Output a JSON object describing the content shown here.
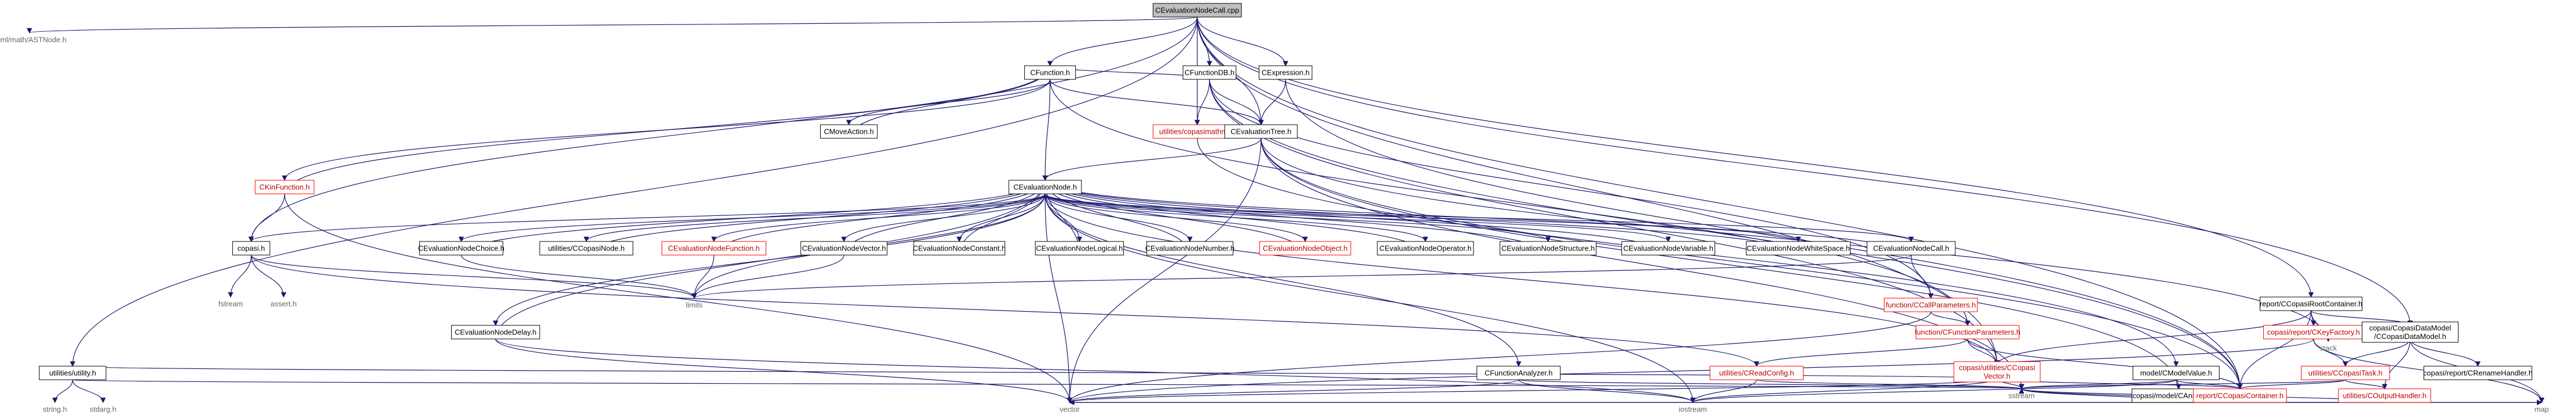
{
  "diagram": {
    "title": "",
    "nodes": [
      {
        "id": "root",
        "label": "CEvaluationNodeCall.cpp",
        "kind": "root"
      },
      {
        "id": "astnode",
        "label": "sbml/math/ASTNode.h",
        "kind": "ext"
      },
      {
        "id": "cfunction",
        "label": "CFunction.h",
        "kind": "doc"
      },
      {
        "id": "cfunctiondb",
        "label": "CFunctionDB.h",
        "kind": "doc"
      },
      {
        "id": "cexpression",
        "label": "CExpression.h",
        "kind": "doc"
      },
      {
        "id": "copasimathml",
        "label": "utilities/copasimathml.h",
        "kind": "warn"
      },
      {
        "id": "cevaltree",
        "label": "CEvaluationTree.h",
        "kind": "doc"
      },
      {
        "id": "cmoveaction",
        "label": "CMoveAction.h",
        "kind": "doc"
      },
      {
        "id": "ckinfunction",
        "label": "CKinFunction.h",
        "kind": "warn"
      },
      {
        "id": "cevalnode",
        "label": "CEvaluationNode.h",
        "kind": "doc"
      },
      {
        "id": "copasi_h",
        "label": "copasi.h",
        "kind": "doc"
      },
      {
        "id": "choice",
        "label": "CEvaluationNodeChoice.h",
        "kind": "doc"
      },
      {
        "id": "ccopasinode",
        "label": "utilities/CCopasiNode.h",
        "kind": "doc"
      },
      {
        "id": "nfunction",
        "label": "CEvaluationNodeFunction.h",
        "kind": "warn"
      },
      {
        "id": "nvector",
        "label": "CEvaluationNodeVector.h",
        "kind": "doc"
      },
      {
        "id": "nconstant",
        "label": "CEvaluationNodeConstant.h",
        "kind": "doc"
      },
      {
        "id": "nlogical",
        "label": "CEvaluationNodeLogical.h",
        "kind": "doc"
      },
      {
        "id": "nnumber",
        "label": "CEvaluationNodeNumber.h",
        "kind": "doc"
      },
      {
        "id": "nobject",
        "label": "CEvaluationNodeObject.h",
        "kind": "warn"
      },
      {
        "id": "noperator",
        "label": "CEvaluationNodeOperator.h",
        "kind": "doc"
      },
      {
        "id": "nstructure",
        "label": "CEvaluationNodeStructure.h",
        "kind": "doc"
      },
      {
        "id": "nvariable",
        "label": "CEvaluationNodeVariable.h",
        "kind": "doc"
      },
      {
        "id": "nwhitespace",
        "label": "CEvaluationNodeWhiteSpace.h",
        "kind": "doc"
      },
      {
        "id": "ncall",
        "label": "CEvaluationNodeCall.h",
        "kind": "doc"
      },
      {
        "id": "limits",
        "label": "limits",
        "kind": "ext"
      },
      {
        "id": "fstream",
        "label": "fstream",
        "kind": "ext"
      },
      {
        "id": "assert",
        "label": "assert.h",
        "kind": "ext"
      },
      {
        "id": "ccallparams",
        "label": "function/CCallParameters.h",
        "kind": "warn"
      },
      {
        "id": "ndelay",
        "label": "CEvaluationNodeDelay.h",
        "kind": "doc"
      },
      {
        "id": "cfuncparams",
        "label": "function/CFunctionParameters.h",
        "kind": "warn"
      },
      {
        "id": "reportroot",
        "label": "report/CCopasiRootContainer.h",
        "kind": "doc"
      },
      {
        "id": "ckeyfactory",
        "label": "copasi/report/CKeyFactory.h",
        "kind": "warn"
      },
      {
        "id": "datamodel",
        "label": "copasi/CopasiDataModel\n/CCopasiDataModel.h",
        "kind": "doc"
      },
      {
        "id": "creadconfig",
        "label": "utilities/CReadConfig.h",
        "kind": "warn"
      },
      {
        "id": "cvector",
        "label": "copasi/utilities/CCopasi\nVector.h",
        "kind": "warn"
      },
      {
        "id": "cfanalyzer",
        "label": "CFunctionAnalyzer.h",
        "kind": "doc"
      },
      {
        "id": "cmodelvalue",
        "label": "model/CModelValue.h",
        "kind": "doc"
      },
      {
        "id": "ccopasitask",
        "label": "utilities/CCopasiTask.h",
        "kind": "warn"
      },
      {
        "id": "crenamehandler",
        "label": "copasi/report/CRenameHandler.h",
        "kind": "doc"
      },
      {
        "id": "stack",
        "label": "stack",
        "kind": "ext"
      },
      {
        "id": "utility",
        "label": "utilities/utility.h",
        "kind": "doc"
      },
      {
        "id": "sstream",
        "label": "sstream",
        "kind": "ext"
      },
      {
        "id": "cannotation",
        "label": "copasi/model/CAnnotation.h",
        "kind": "doc"
      },
      {
        "id": "reportcontainer",
        "label": "report/CCopasiContainer.h",
        "kind": "warn"
      },
      {
        "id": "coutputhandler",
        "label": "utilities/COutputHandler.h",
        "kind": "warn"
      },
      {
        "id": "string_h",
        "label": "string.h",
        "kind": "ext"
      },
      {
        "id": "stdarg",
        "label": "stdarg.h",
        "kind": "ext"
      },
      {
        "id": "vector",
        "label": "vector",
        "kind": "ext"
      },
      {
        "id": "iostream",
        "label": "iostream",
        "kind": "ext"
      },
      {
        "id": "map",
        "label": "map",
        "kind": "ext"
      }
    ],
    "edges": [
      [
        "root",
        "astnode"
      ],
      [
        "root",
        "cfunction"
      ],
      [
        "root",
        "cfunctiondb"
      ],
      [
        "root",
        "cexpression"
      ],
      [
        "root",
        "copasimathml"
      ],
      [
        "root",
        "cevaltree"
      ],
      [
        "root",
        "reportroot"
      ],
      [
        "root",
        "datamodel"
      ],
      [
        "root",
        "utility"
      ],
      [
        "root",
        "copasi_h"
      ],
      [
        "root",
        "reportcontainer"
      ],
      [
        "root",
        "cvector"
      ],
      [
        "cfunction",
        "cevaltree"
      ],
      [
        "cfunction",
        "cmoveaction"
      ],
      [
        "cfunction",
        "cevalnode"
      ],
      [
        "cfunction",
        "cfuncparams"
      ],
      [
        "cfunction",
        "ckinfunction"
      ],
      [
        "cmoveaction",
        "cfunction"
      ],
      [
        "ckinfunction",
        "cfunction"
      ],
      [
        "ckinfunction",
        "copasi_h"
      ],
      [
        "ckinfunction",
        "vector"
      ],
      [
        "cfunctiondb",
        "cfunction"
      ],
      [
        "cfunctiondb",
        "cevaltree"
      ],
      [
        "cfunctiondb",
        "ccallparams"
      ],
      [
        "cfunctiondb",
        "cvector"
      ],
      [
        "cfunctiondb",
        "reportcontainer"
      ],
      [
        "cfunctiondb",
        "copasimathml"
      ],
      [
        "cexpression",
        "cevaltree"
      ],
      [
        "cexpression",
        "reportcontainer"
      ],
      [
        "copasimathml",
        "cmodelvalue"
      ],
      [
        "cevaltree",
        "cevalnode"
      ],
      [
        "cevaltree",
        "reportcontainer"
      ],
      [
        "cevaltree",
        "cannotation"
      ],
      [
        "cevaltree",
        "stack"
      ],
      [
        "cevaltree",
        "vector"
      ],
      [
        "cevaltree",
        "sstream"
      ],
      [
        "cevalnode",
        "copasi_h"
      ],
      [
        "cevalnode",
        "ccopasinode"
      ],
      [
        "cevalnode",
        "choice"
      ],
      [
        "cevalnode",
        "nfunction"
      ],
      [
        "cevalnode",
        "nvector"
      ],
      [
        "cevalnode",
        "nconstant"
      ],
      [
        "cevalnode",
        "nlogical"
      ],
      [
        "cevalnode",
        "nnumber"
      ],
      [
        "cevalnode",
        "nobject"
      ],
      [
        "cevalnode",
        "noperator"
      ],
      [
        "cevalnode",
        "nstructure"
      ],
      [
        "cevalnode",
        "nvariable"
      ],
      [
        "cevalnode",
        "nwhitespace"
      ],
      [
        "cevalnode",
        "ncall"
      ],
      [
        "cevalnode",
        "ndelay"
      ],
      [
        "cevalnode",
        "limits"
      ],
      [
        "cevalnode",
        "iostream"
      ],
      [
        "cevalnode",
        "cfanalyzer"
      ],
      [
        "cevalnode",
        "vector"
      ],
      [
        "cevalnode",
        "cvector"
      ],
      [
        "choice",
        "cevalnode"
      ],
      [
        "ccopasinode",
        "cevalnode"
      ],
      [
        "nfunction",
        "cevalnode"
      ],
      [
        "nvector",
        "cevalnode"
      ],
      [
        "nconstant",
        "cevalnode"
      ],
      [
        "nlogical",
        "cevalnode"
      ],
      [
        "nnumber",
        "cevalnode"
      ],
      [
        "nobject",
        "cevalnode"
      ],
      [
        "noperator",
        "cevalnode"
      ],
      [
        "nstructure",
        "cevalnode"
      ],
      [
        "nvariable",
        "cevalnode"
      ],
      [
        "nwhitespace",
        "cevalnode"
      ],
      [
        "ncall",
        "cevalnode"
      ],
      [
        "ndelay",
        "cevalnode"
      ],
      [
        "choice",
        "limits"
      ],
      [
        "nfunction",
        "limits"
      ],
      [
        "nvector",
        "limits"
      ],
      [
        "ncall",
        "limits"
      ],
      [
        "ncall",
        "ccallparams"
      ],
      [
        "copasi_h",
        "fstream"
      ],
      [
        "copasi_h",
        "assert"
      ],
      [
        "copasi_h",
        "limits"
      ],
      [
        "copasi_h",
        "creadconfig"
      ],
      [
        "ccallparams",
        "cfuncparams"
      ],
      [
        "ccallparams",
        "vector"
      ],
      [
        "cfuncparams",
        "creadconfig"
      ],
      [
        "cfuncparams",
        "cvector"
      ],
      [
        "cfuncparams",
        "reportcontainer"
      ],
      [
        "ndelay",
        "iostream"
      ],
      [
        "ndelay",
        "vector"
      ],
      [
        "reportroot",
        "ckeyfactory"
      ],
      [
        "reportroot",
        "stack"
      ],
      [
        "reportroot",
        "reportcontainer"
      ],
      [
        "reportroot",
        "cvector"
      ],
      [
        "reportroot",
        "datamodel"
      ],
      [
        "ckeyfactory",
        "ccopasitask"
      ],
      [
        "ckeyfactory",
        "vector"
      ],
      [
        "ckeyfactory",
        "map"
      ],
      [
        "datamodel",
        "crenamehandler"
      ],
      [
        "datamodel",
        "coutputhandler"
      ],
      [
        "datamodel",
        "map"
      ],
      [
        "datamodel",
        "ccopasitask"
      ],
      [
        "creadconfig",
        "iostream"
      ],
      [
        "creadconfig",
        "sstream"
      ],
      [
        "cvector",
        "iostream"
      ],
      [
        "cvector",
        "reportcontainer"
      ],
      [
        "cvector",
        "utility"
      ],
      [
        "cvector",
        "vector"
      ],
      [
        "cvector",
        "sstream"
      ],
      [
        "cfanalyzer",
        "iostream"
      ],
      [
        "cfanalyzer",
        "vector"
      ],
      [
        "cfanalyzer",
        "sstream"
      ],
      [
        "cmodelvalue",
        "cannotation"
      ],
      [
        "cmodelvalue",
        "reportcontainer"
      ],
      [
        "cmodelvalue",
        "iostream"
      ],
      [
        "cmodelvalue",
        "sstream"
      ],
      [
        "ccopasitask",
        "coutputhandler"
      ],
      [
        "ccopasitask",
        "reportcontainer"
      ],
      [
        "ccopasitask",
        "sstream"
      ],
      [
        "coutputhandler",
        "vector"
      ],
      [
        "coutputhandler",
        "sstream"
      ],
      [
        "utility",
        "string_h"
      ],
      [
        "utility",
        "stdarg"
      ],
      [
        "utility",
        "sstream"
      ],
      [
        "cannotation",
        "map"
      ],
      [
        "cannotation",
        "sstream"
      ],
      [
        "reportcontainer",
        "vector"
      ],
      [
        "reportcontainer",
        "sstream"
      ],
      [
        "reportcontainer",
        "map"
      ]
    ]
  }
}
